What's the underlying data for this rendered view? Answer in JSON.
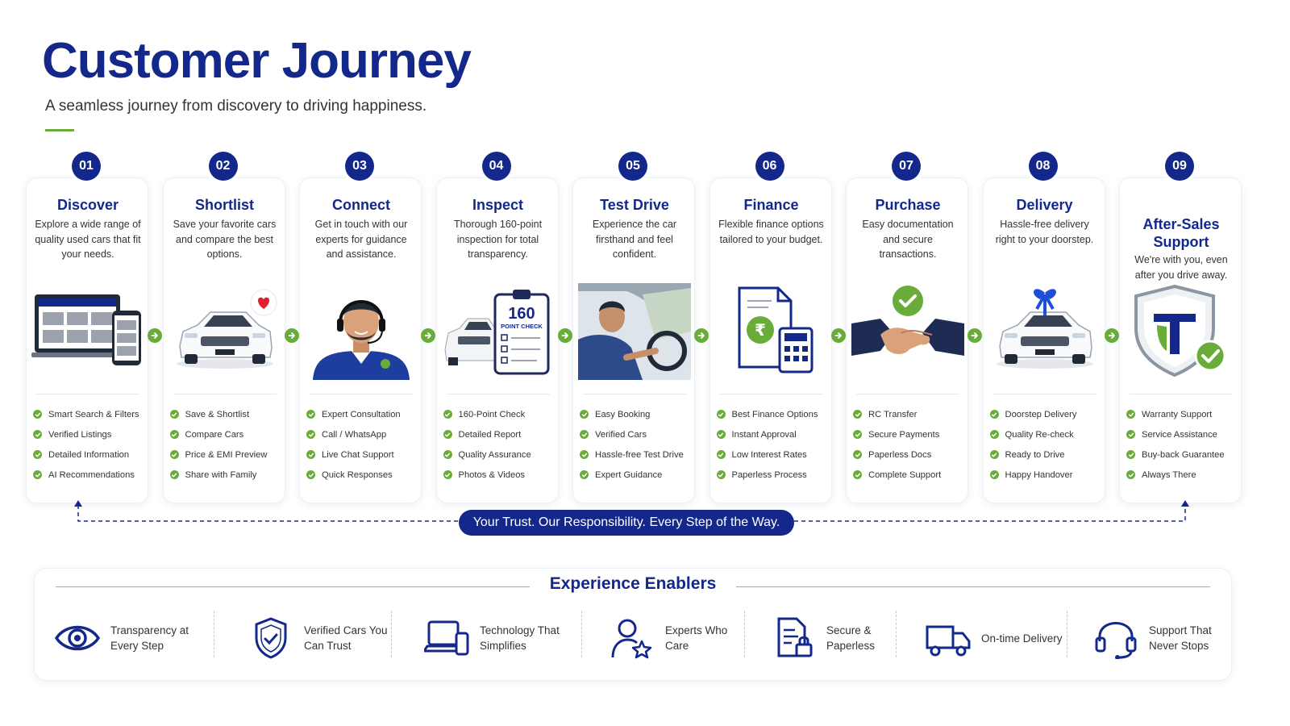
{
  "header": {
    "title": "Customer Journey",
    "subtitle": "A seamless journey from discovery to driving happiness."
  },
  "steps": [
    {
      "num": "01",
      "title": "Discover",
      "desc": "Explore a wide range of quality used cars that fit your needs.",
      "icon": "laptop-phone-listings-icon",
      "features": [
        "Smart Search & Filters",
        "Verified Listings",
        "Detailed Information",
        "AI Recommendations"
      ]
    },
    {
      "num": "02",
      "title": "Shortlist",
      "desc": "Save your favorite cars and compare the best options.",
      "icon": "car-heart-icon",
      "features": [
        "Save & Shortlist",
        "Compare Cars",
        "Price & EMI Preview",
        "Share with Family"
      ]
    },
    {
      "num": "03",
      "title": "Connect",
      "desc": "Get in touch with our experts for guidance and assistance.",
      "icon": "support-agent-icon",
      "features": [
        "Expert Consultation",
        "Call / WhatsApp",
        "Live Chat Support",
        "Quick Responses"
      ]
    },
    {
      "num": "04",
      "title": "Inspect",
      "desc": "Thorough 160-point inspection for total transparency.",
      "icon": "inspection-clipboard-icon",
      "badge_number": "160",
      "badge_label": "POINT CHECK",
      "features": [
        "160-Point Check",
        "Detailed Report",
        "Quality Assurance",
        "Photos & Videos"
      ]
    },
    {
      "num": "05",
      "title": "Test Drive",
      "desc": "Experience the car firsthand and feel confident.",
      "icon": "driver-steering-icon",
      "features": [
        "Easy Booking",
        "Verified Cars",
        "Hassle-free Test Drive",
        "Expert Guidance"
      ]
    },
    {
      "num": "06",
      "title": "Finance",
      "desc": "Flexible finance options tailored to your budget.",
      "icon": "rupee-document-calculator-icon",
      "features": [
        "Best Finance Options",
        "Instant Approval",
        "Low Interest Rates",
        "Paperless Process"
      ]
    },
    {
      "num": "07",
      "title": "Purchase",
      "desc": "Easy documentation and secure transactions.",
      "icon": "handshake-check-icon",
      "features": [
        "RC Transfer",
        "Secure Payments",
        "Paperless Docs",
        "Complete Support"
      ]
    },
    {
      "num": "08",
      "title": "Delivery",
      "desc": "Hassle-free delivery right to your doorstep.",
      "icon": "car-gift-bow-icon",
      "features": [
        "Doorstep Delivery",
        "Quality Re-check",
        "Ready to Drive",
        "Happy Handover"
      ]
    },
    {
      "num": "09",
      "title": "After-Sales Support",
      "desc": "We're with you, even after you drive away.",
      "icon": "shield-check-icon",
      "features": [
        "Warranty Support",
        "Service Assistance",
        "Buy-back Guarantee",
        "Always There"
      ]
    }
  ],
  "trust_banner": "Your Trust. Our Responsibility. Every Step of the Way.",
  "enablers": {
    "title": "Experience Enablers",
    "items": [
      {
        "icon": "eye-icon",
        "label": "Transparency at Every Step"
      },
      {
        "icon": "shield-check-icon",
        "label": "Verified Cars You Can Trust"
      },
      {
        "icon": "laptop-phone-icon",
        "label": "Technology That Simplifies"
      },
      {
        "icon": "person-star-icon",
        "label": "Experts Who Care"
      },
      {
        "icon": "document-lock-icon",
        "label": "Secure & Paperless"
      },
      {
        "icon": "delivery-truck-icon",
        "label": "On-time Delivery"
      },
      {
        "icon": "headset-icon",
        "label": "Support That Never Stops"
      }
    ]
  },
  "colors": {
    "navy": "#13288a",
    "green": "#6aac3a",
    "text": "#333333"
  }
}
